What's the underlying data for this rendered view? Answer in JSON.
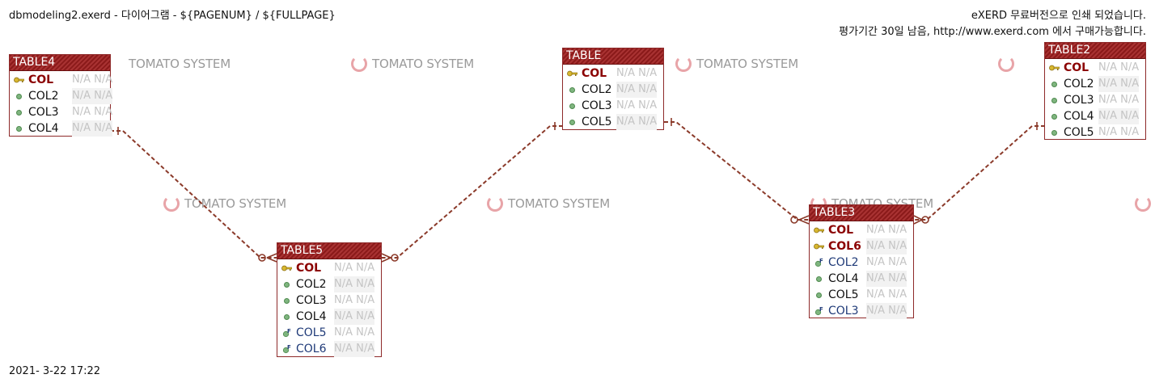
{
  "header": {
    "title": "dbmodeling2.exerd - 다이어그램 - ${PAGENUM} / ${FULLPAGE}",
    "notice_line1": "eXERD 무료버전으로 인쇄 되었습니다.",
    "notice_line2": "평가기간 30일 남음, http://www.exerd.com 에서 구매가능합니다."
  },
  "footer": {
    "date": "2021- 3-22 17:22"
  },
  "watermark": {
    "text": "TOMATO SYSTEM",
    "icon": "power-ring-icon"
  },
  "tables": [
    {
      "name": "TABLE4",
      "columns": [
        {
          "name": "COL",
          "kind": "pk",
          "type": "N/A N/A"
        },
        {
          "name": "COL2",
          "kind": "col",
          "type": "N/A N/A"
        },
        {
          "name": "COL3",
          "kind": "col",
          "type": "N/A N/A"
        },
        {
          "name": "COL4",
          "kind": "col",
          "type": "N/A N/A"
        }
      ]
    },
    {
      "name": "TABLE5",
      "columns": [
        {
          "name": "COL",
          "kind": "pk",
          "type": "N/A N/A"
        },
        {
          "name": "COL2",
          "kind": "col",
          "type": "N/A N/A"
        },
        {
          "name": "COL3",
          "kind": "col",
          "type": "N/A N/A"
        },
        {
          "name": "COL4",
          "kind": "col",
          "type": "N/A N/A"
        },
        {
          "name": "COL5",
          "kind": "fk",
          "type": "N/A N/A"
        },
        {
          "name": "COL6",
          "kind": "fk",
          "type": "N/A N/A"
        }
      ]
    },
    {
      "name": "TABLE",
      "columns": [
        {
          "name": "COL",
          "kind": "pk",
          "type": "N/A N/A"
        },
        {
          "name": "COL2",
          "kind": "col",
          "type": "N/A N/A"
        },
        {
          "name": "COL3",
          "kind": "col",
          "type": "N/A N/A"
        },
        {
          "name": "COL5",
          "kind": "col",
          "type": "N/A N/A"
        }
      ]
    },
    {
      "name": "TABLE3",
      "columns": [
        {
          "name": "COL",
          "kind": "pk",
          "type": "N/A N/A"
        },
        {
          "name": "COL6",
          "kind": "pk",
          "type": "N/A N/A"
        },
        {
          "name": "COL2",
          "kind": "fk",
          "type": "N/A N/A"
        },
        {
          "name": "COL4",
          "kind": "col",
          "type": "N/A N/A"
        },
        {
          "name": "COL5",
          "kind": "col",
          "type": "N/A N/A"
        },
        {
          "name": "COL3",
          "kind": "fk",
          "type": "N/A N/A"
        }
      ]
    },
    {
      "name": "TABLE2",
      "columns": [
        {
          "name": "COL",
          "kind": "pk",
          "type": "N/A N/A"
        },
        {
          "name": "COL2",
          "kind": "col",
          "type": "N/A N/A"
        },
        {
          "name": "COL3",
          "kind": "col",
          "type": "N/A N/A"
        },
        {
          "name": "COL4",
          "kind": "col",
          "type": "N/A N/A"
        },
        {
          "name": "COL5",
          "kind": "col",
          "type": "N/A N/A"
        }
      ]
    }
  ],
  "colors": {
    "header_red": "#8b1a1a",
    "relationship_line": "#8b3a2a",
    "pk_text": "#8b0000",
    "fk_text": "#1f3a78",
    "watermark_ring": "#e8a4a8"
  }
}
